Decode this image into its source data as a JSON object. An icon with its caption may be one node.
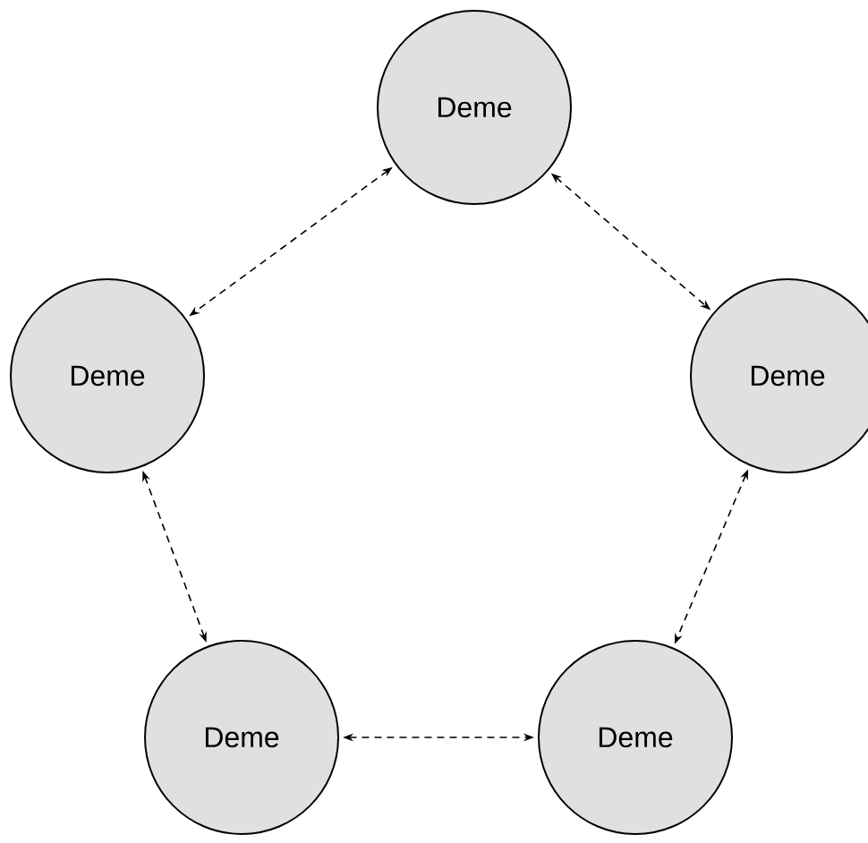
{
  "diagram": {
    "nodes": [
      {
        "text": [
          "Deme"
        ]
      },
      {
        "text": [
          "Deme"
        ]
      },
      {
        "text": [
          "Deme"
        ]
      },
      {
        "text": [
          "Deme"
        ]
      },
      {
        "text": [
          "Deme"
        ]
      }
    ],
    "edges": [
      {
        "from": 0,
        "to": 1,
        "arrow": "both",
        "style": "dashed"
      },
      {
        "from": 0,
        "to": 2,
        "arrow": "both",
        "style": "dashed"
      },
      {
        "from": 1,
        "to": 3,
        "arrow": "both",
        "style": "dashed"
      },
      {
        "from": 2,
        "to": 4,
        "arrow": "both",
        "style": "dashed"
      },
      {
        "from": 3,
        "to": 4,
        "arrow": "both",
        "style": "dashed"
      }
    ]
  }
}
